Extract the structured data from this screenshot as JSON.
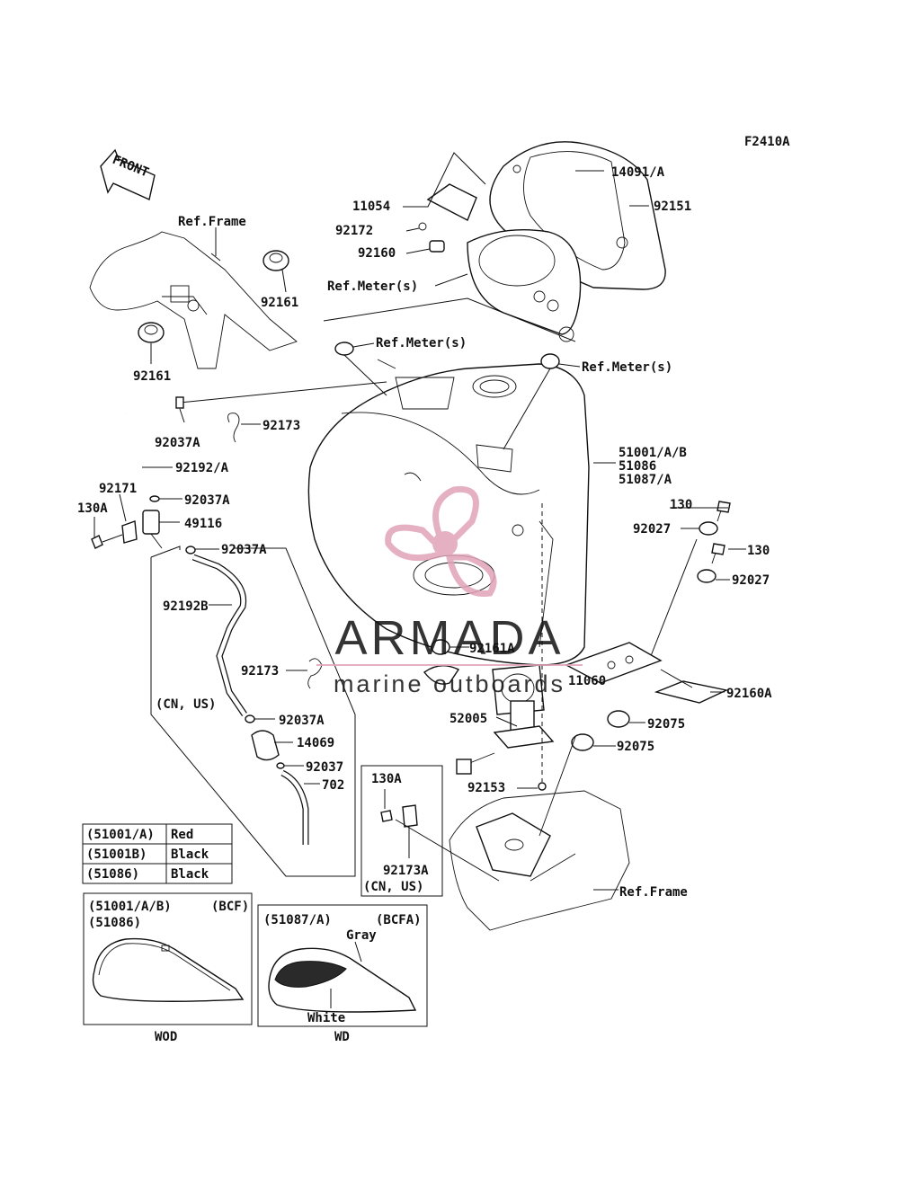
{
  "figure_id": "F2410A",
  "front_label": "FRONT",
  "labels": {
    "p14091": "14091/A",
    "p11054": "11054",
    "p92151": "92151",
    "p92172": "92172",
    "p92160": "92160",
    "ref_meter_1": "Ref.Meter(s)",
    "ref_frame_top": "Ref.Frame",
    "p92161_a": "92161",
    "p92161_b": "92161",
    "ref_meter_2": "Ref.Meter(s)",
    "ref_meter_3": "Ref.Meter(s)",
    "p92037A_1": "92037A",
    "p92173_1": "92173",
    "p92192A": "92192/A",
    "p92171": "92171",
    "p92037A_2": "92037A",
    "p130A_1": "130A",
    "p49116": "49116",
    "p92037A_3": "92037A",
    "p92192B": "92192B",
    "p92173_2": "92173",
    "cn_us_1": "(CN, US)",
    "p92037A_4": "92037A",
    "p14069": "14069",
    "p92037": "92037",
    "p702": "702",
    "p51001": "51001/A/B",
    "p51086": "51086",
    "p51087": "51087/A",
    "p130_1": "130",
    "p92027_1": "92027",
    "p130_2": "130",
    "p92027_2": "92027",
    "p92161A": "92161A",
    "p11060": "11060",
    "p92160A": "92160A",
    "p52005": "52005",
    "p92075_1": "92075",
    "p92075_2": "92075",
    "p92153": "92153",
    "p130A_2": "130A",
    "p92173A": "92173A",
    "cn_us_2": "(CN, US)",
    "ref_frame_bottom": "Ref.Frame"
  },
  "color_table": [
    {
      "code": "(51001/A)",
      "color": "Red"
    },
    {
      "code": "(51001B)",
      "color": "Black"
    },
    {
      "code": "(51086)",
      "color": "Black"
    }
  ],
  "variant_wod": {
    "code_line1": "(51001/A/B)",
    "code_line2": "(51086)",
    "paint": "(BCF)",
    "caption": "WOD"
  },
  "variant_wd": {
    "code_line1": "(51087/A)",
    "paint": "(BCFA)",
    "gray": "Gray",
    "white": "White",
    "caption": "WD"
  },
  "watermark": {
    "brand": "ARMADA",
    "tagline": "marine outboards",
    "color": "#e0a3b8",
    "text_color": "#9a9a9a"
  }
}
